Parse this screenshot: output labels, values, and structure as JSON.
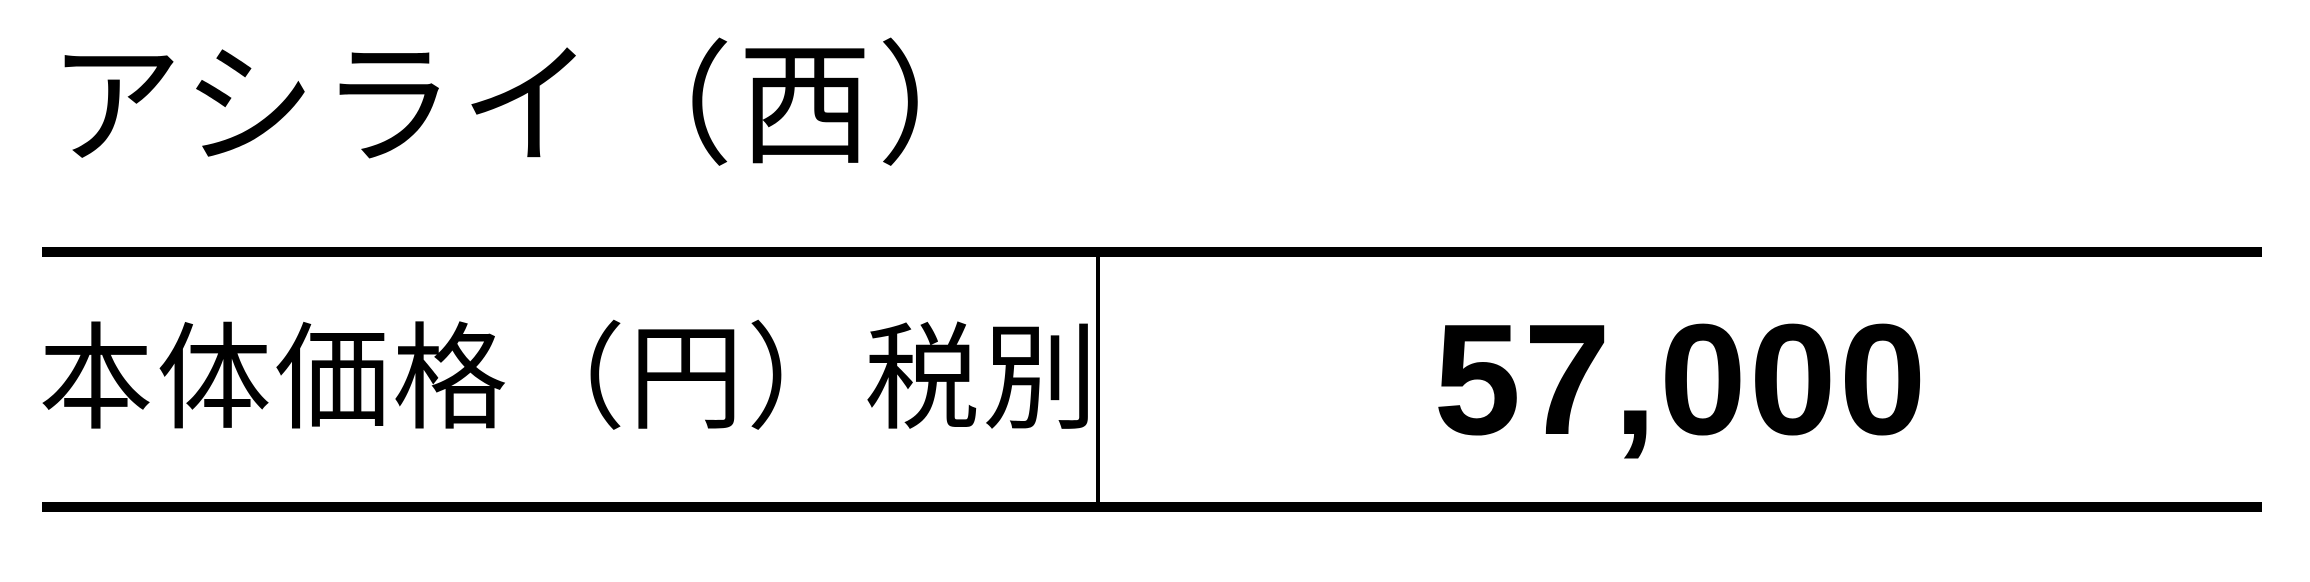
{
  "title": "アシライ（西）",
  "price_row": {
    "label": "本体価格（円）税別",
    "value": "57,000"
  }
}
